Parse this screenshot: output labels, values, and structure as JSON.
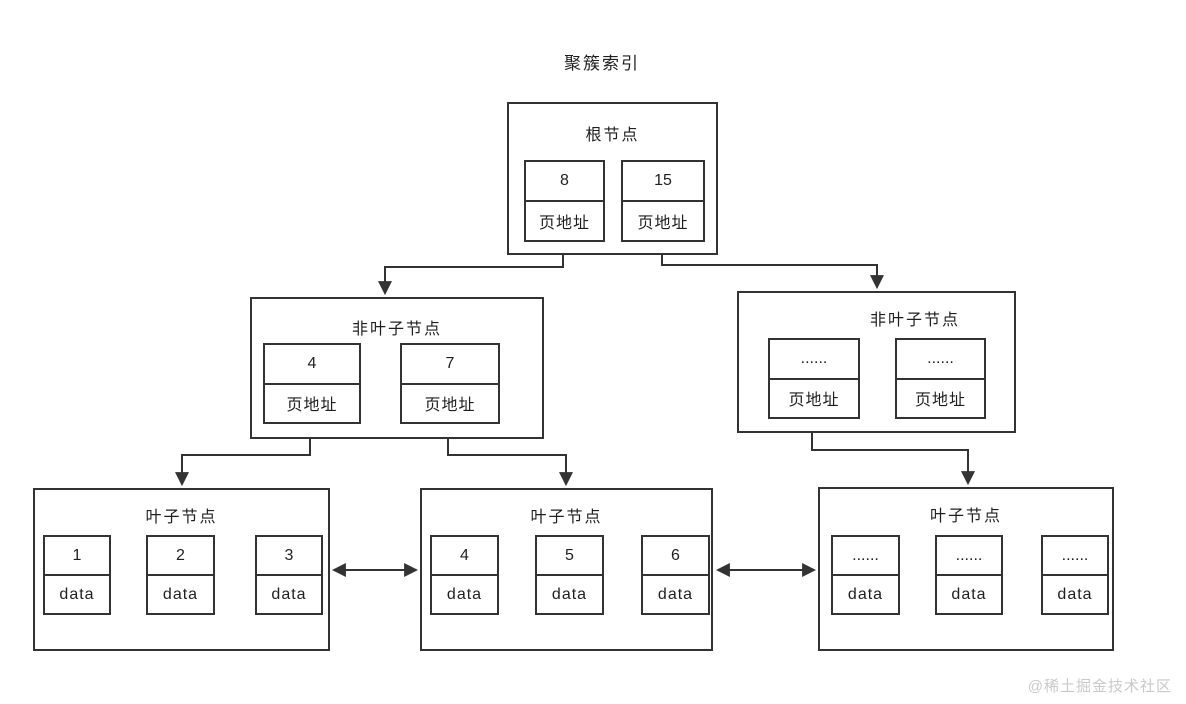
{
  "page": {
    "title": "聚簇索引",
    "watermark": "@稀土掘金技术社区"
  },
  "nodes": {
    "root": {
      "label": "根节点",
      "entries": [
        {
          "key": "8",
          "value": "页地址"
        },
        {
          "key": "15",
          "value": "页地址"
        }
      ]
    },
    "internal_left": {
      "label": "非叶子节点",
      "entries": [
        {
          "key": "4",
          "value": "页地址"
        },
        {
          "key": "7",
          "value": "页地址"
        }
      ]
    },
    "internal_right": {
      "label": "非叶子节点",
      "entries": [
        {
          "key": "......",
          "value": "页地址"
        },
        {
          "key": "......",
          "value": "页地址"
        }
      ]
    },
    "leaf_left": {
      "label": "叶子节点",
      "entries": [
        {
          "key": "1",
          "value": "data"
        },
        {
          "key": "2",
          "value": "data"
        },
        {
          "key": "3",
          "value": "data"
        }
      ]
    },
    "leaf_middle": {
      "label": "叶子节点",
      "entries": [
        {
          "key": "4",
          "value": "data"
        },
        {
          "key": "5",
          "value": "data"
        },
        {
          "key": "6",
          "value": "data"
        }
      ]
    },
    "leaf_right": {
      "label": "叶子节点",
      "entries": [
        {
          "key": "......",
          "value": "data"
        },
        {
          "key": "......",
          "value": "data"
        },
        {
          "key": "......",
          "value": "data"
        }
      ]
    }
  },
  "colors": {
    "line": "#333333",
    "text": "#1f1f1f",
    "watermark": "#c9c9c9",
    "background": "#ffffff"
  }
}
